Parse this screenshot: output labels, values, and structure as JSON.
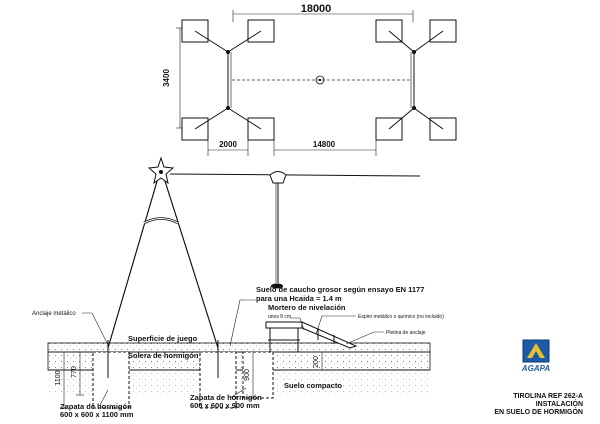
{
  "plan": {
    "dim_total_width": "18000",
    "dim_depth": "3400",
    "dim_frame": "2000",
    "dim_cable_span": "14800"
  },
  "section": {
    "surface_label": "Suelo de caucho grosor según ensayo EN 1177",
    "surface_label_2": "para una Hcaida = 1.4 m",
    "mortar_label": "Mortero de nivelación",
    "mortar_sub": "unos 8 cm",
    "resin_label": "Espiro metálico o químico (no incluido)",
    "plate_label": "Pletina de anclaje",
    "anchor_label": "Anclaje metálico",
    "play_surface": "Superficie de juego",
    "concrete_slab": "Solera de hormigón",
    "compact_soil": "Suelo compacto",
    "footing_big_1": "Zapata de hormigón",
    "footing_big_2": "600 x 600 x 1100 mm",
    "footing_small_1": "Zapata de hormigón",
    "footing_small_2": "600 x 600 x 900 mm",
    "dim_1100": "1100",
    "dim_770": "770",
    "dim_900": "900",
    "dim_200": "200"
  },
  "brand": {
    "logo_text": "AGAPA"
  },
  "title_block": {
    "line1": "TIROLINA REF 262-A",
    "line2": "INSTALACIÓN",
    "line3": "EN SUELO DE HORMIGÓN"
  }
}
